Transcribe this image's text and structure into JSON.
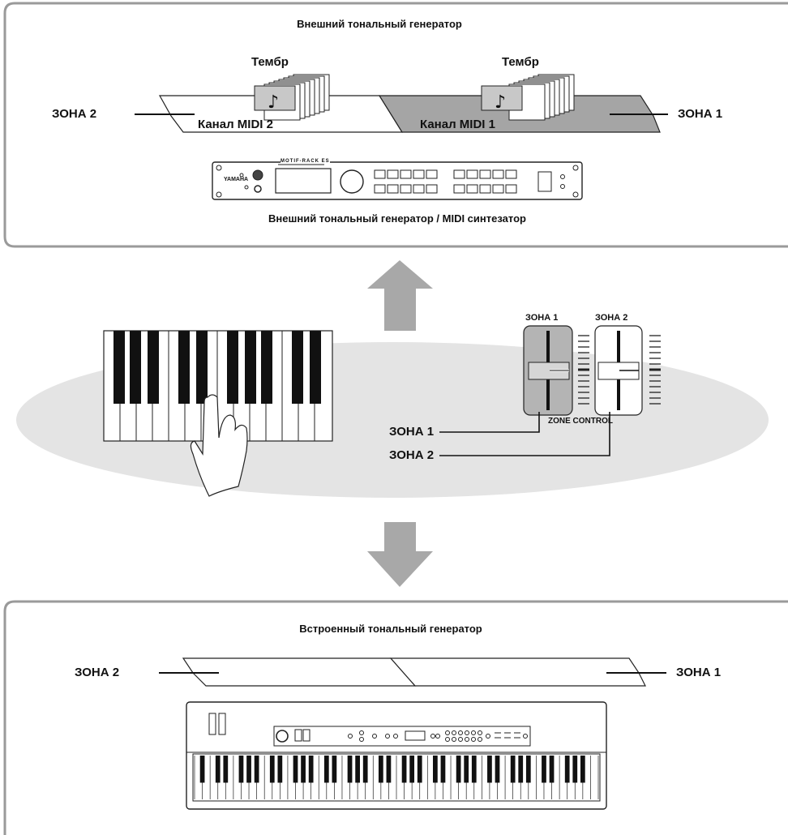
{
  "top_panel": {
    "title": "Внешний тональный генератор",
    "voice_left": "Тембр",
    "voice_right": "Тембр",
    "zone_left": "ЗОНА 2",
    "zone_right": "ЗОНА 1",
    "channel_left": "Канал MIDI 2",
    "channel_right": "Канал MIDI 1",
    "module_caption": "Внешний тональный генератор / MIDI синтезатор",
    "module_brand": "YAMAHA",
    "module_model": "MOTIF-RACK ES"
  },
  "middle": {
    "slider1_label": "ЗОНА 1",
    "slider2_label": "ЗОНА 2",
    "callout1": "ЗОНА 1",
    "callout2": "ЗОНА 2",
    "zone_control": "ZONE CONTROL"
  },
  "bottom_panel": {
    "title": "Встроенный тональный генератор",
    "zone_left": "ЗОНА 2",
    "zone_right": "ЗОНА 1"
  },
  "colors": {
    "panel_border": "#9a9a9a",
    "arrow": "#a8a8a8",
    "ellipse": "#e4e4e4",
    "zone1_fill": "#a5a5a5",
    "slider1_fill": "#b4b4b4"
  }
}
